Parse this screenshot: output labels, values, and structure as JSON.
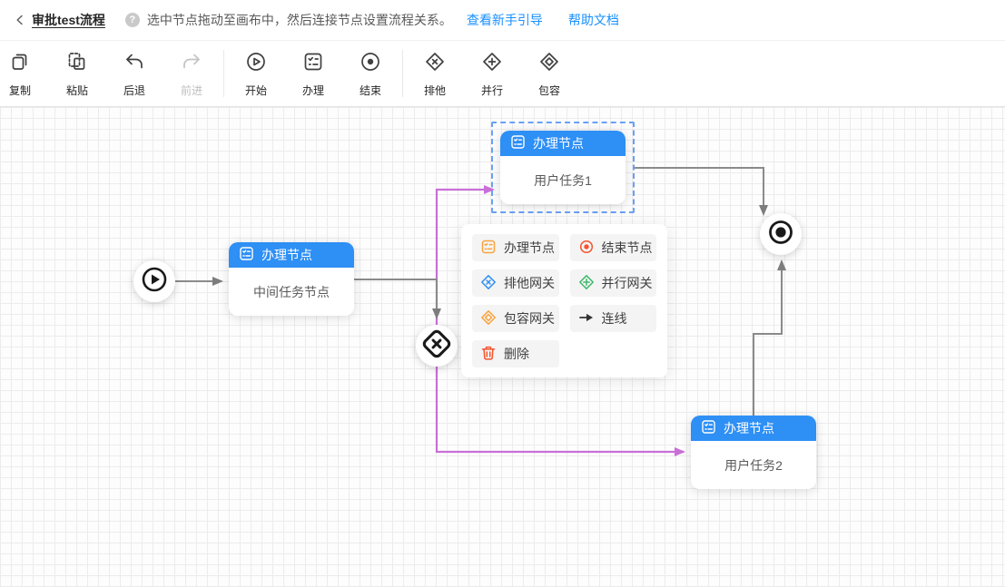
{
  "header": {
    "back_label": "审批test流程",
    "help_glyph": "?",
    "hint": "选中节点拖动至画布中，然后连接节点设置流程关系。",
    "link_guide": "查看新手引导",
    "link_docs": "帮助文档"
  },
  "toolbar": {
    "items": [
      {
        "label": "复制",
        "icon": "copy-icon",
        "disabled": false
      },
      {
        "label": "粘贴",
        "icon": "paste-icon",
        "disabled": false
      },
      {
        "label": "后退",
        "icon": "undo-icon",
        "disabled": false
      },
      {
        "label": "前进",
        "icon": "redo-icon",
        "disabled": true
      },
      {
        "label": "开始",
        "icon": "start-circle-icon",
        "disabled": false
      },
      {
        "label": "办理",
        "icon": "task-list-icon",
        "disabled": false
      },
      {
        "label": "结束",
        "icon": "end-circle-icon",
        "disabled": false
      },
      {
        "label": "排他",
        "icon": "exclusive-gateway-icon",
        "disabled": false
      },
      {
        "label": "并行",
        "icon": "parallel-gateway-icon",
        "disabled": false
      },
      {
        "label": "包容",
        "icon": "inclusive-gateway-icon",
        "disabled": false
      }
    ]
  },
  "canvas": {
    "nodes": [
      {
        "id": "start",
        "type": "start-event"
      },
      {
        "id": "middle-task",
        "type": "user-task",
        "header": "办理节点",
        "body": "中间任务节点",
        "selected": false
      },
      {
        "id": "user-task-1",
        "type": "user-task",
        "header": "办理节点",
        "body": "用户任务1",
        "selected": true
      },
      {
        "id": "exclusive-gateway",
        "type": "exclusive-gateway"
      },
      {
        "id": "user-task-2",
        "type": "user-task",
        "header": "办理节点",
        "body": "用户任务2",
        "selected": false
      },
      {
        "id": "end",
        "type": "end-event"
      }
    ],
    "edges": [
      {
        "from": "start",
        "to": "middle-task",
        "color": "gray"
      },
      {
        "from": "middle-task",
        "to": "exclusive-gateway",
        "color": "gray"
      },
      {
        "from": "exclusive-gateway",
        "to": "user-task-1",
        "color": "purple"
      },
      {
        "from": "exclusive-gateway",
        "to": "user-task-2",
        "color": "purple"
      },
      {
        "from": "user-task-1",
        "to": "end",
        "color": "gray"
      },
      {
        "from": "user-task-2",
        "to": "end",
        "color": "gray"
      }
    ]
  },
  "context_menu": {
    "items": [
      {
        "label": "办理节点",
        "icon": "task-node-icon",
        "icon_color": "#f9a23c"
      },
      {
        "label": "结束节点",
        "icon": "end-node-icon",
        "icon_color": "#f5542e"
      },
      {
        "label": "排他网关",
        "icon": "exclusive-gateway-icon",
        "icon_color": "#2e8ff5"
      },
      {
        "label": "并行网关",
        "icon": "parallel-gateway-icon",
        "icon_color": "#3cb96a"
      },
      {
        "label": "包容网关",
        "icon": "inclusive-gateway-icon",
        "icon_color": "#f9a23c"
      },
      {
        "label": "连线",
        "icon": "connection-arrow-icon",
        "icon_color": "#333333"
      },
      {
        "label": "删除",
        "icon": "trash-icon",
        "icon_color": "#f5542e"
      }
    ]
  },
  "colors": {
    "node_header_blue": "#2e8ff5",
    "link_blue": "#1890ff",
    "edge_gray": "#8a8a8a",
    "edge_purple": "#c96fd8",
    "selection_dash_blue": "#6ba0f8",
    "grid_line": "#ececec",
    "menu_button_bg": "#f4f4f4"
  }
}
